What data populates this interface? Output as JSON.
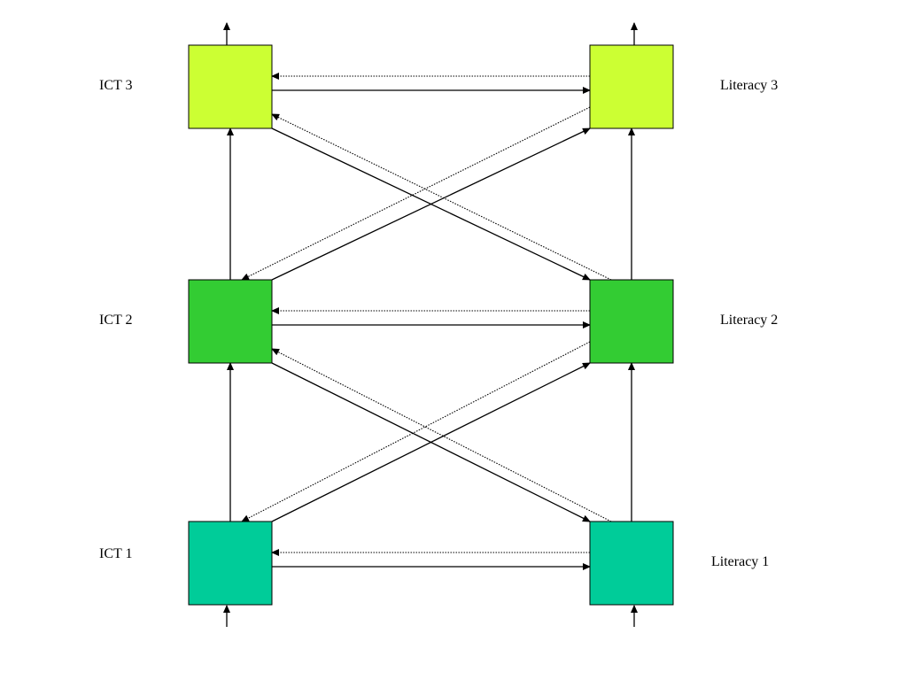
{
  "diagram": {
    "colors": {
      "wave3": "#ccff33",
      "wave2": "#33cc33",
      "wave1": "#00cc99",
      "line": "#000000"
    },
    "nodes": [
      {
        "id": "ict3",
        "label": "ICT 3"
      },
      {
        "id": "lit3",
        "label": "Literacy 3"
      },
      {
        "id": "ict2",
        "label": "ICT 2"
      },
      {
        "id": "lit2",
        "label": "Literacy 2"
      },
      {
        "id": "ict1",
        "label": "ICT 1"
      },
      {
        "id": "lit1",
        "label": "Literacy 1"
      }
    ],
    "edges": [
      {
        "from": "ict1",
        "to": "ict2",
        "style": "solid"
      },
      {
        "from": "ict2",
        "to": "ict3",
        "style": "solid"
      },
      {
        "from": "lit1",
        "to": "lit2",
        "style": "solid"
      },
      {
        "from": "lit2",
        "to": "lit3",
        "style": "solid"
      },
      {
        "from": "ict1",
        "to": "lit1",
        "style": "solid"
      },
      {
        "from": "lit1",
        "to": "ict1",
        "style": "dotted"
      },
      {
        "from": "ict2",
        "to": "lit2",
        "style": "solid"
      },
      {
        "from": "lit2",
        "to": "ict2",
        "style": "dotted"
      },
      {
        "from": "ict3",
        "to": "lit3",
        "style": "solid"
      },
      {
        "from": "lit3",
        "to": "ict3",
        "style": "dotted"
      },
      {
        "from": "ict1",
        "to": "lit2",
        "style": "solid"
      },
      {
        "from": "lit1",
        "to": "ict2",
        "style": "dotted"
      },
      {
        "from": "ict2",
        "to": "lit1",
        "style": "solid"
      },
      {
        "from": "lit2",
        "to": "ict1",
        "style": "dotted"
      },
      {
        "from": "ict2",
        "to": "lit3",
        "style": "solid"
      },
      {
        "from": "lit2",
        "to": "ict3",
        "style": "dotted"
      },
      {
        "from": "ict3",
        "to": "lit2",
        "style": "solid"
      },
      {
        "from": "lit3",
        "to": "ict2",
        "style": "dotted"
      }
    ]
  }
}
